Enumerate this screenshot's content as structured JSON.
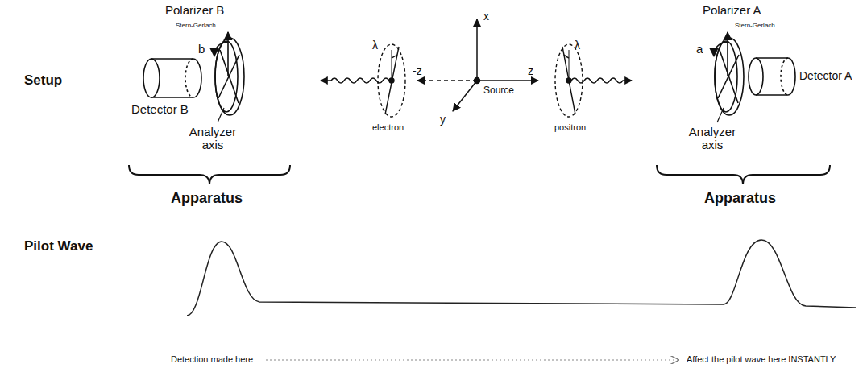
{
  "diagram": {
    "labels": [
      "Setup",
      "Polarizer B",
      "Stern-Gerlach",
      "b",
      "Detector B",
      "Analyzer axis",
      "Apparatus",
      "λ",
      "electron",
      "x",
      "z",
      "-z",
      "y",
      "Source",
      "λ",
      "positron",
      "Polarizer A",
      "Stern-Gerlach",
      "a",
      "Analyzer axis",
      "Detector A",
      "Apparatus",
      "Pilot Wave",
      "Detection made here",
      "Affect the pilot wave here INSTANTLY"
    ]
  }
}
